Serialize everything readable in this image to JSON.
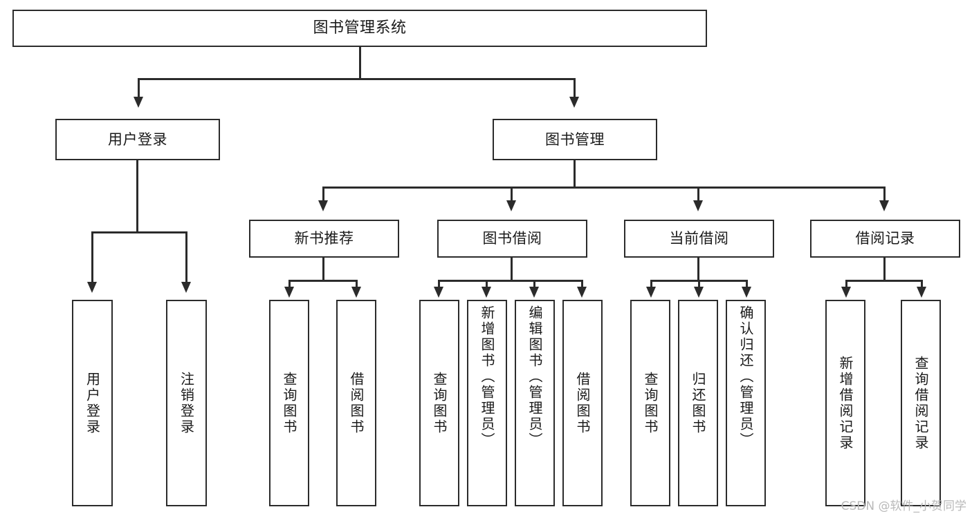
{
  "diagram": {
    "title": "图书管理系统",
    "type": "tree",
    "watermark": "CSDN @软件_小贺同学",
    "colors": {
      "stroke": "#2b2b2b",
      "fill": "#ffffff",
      "text": "#1a1a1a",
      "watermark": "#b9b9b9"
    },
    "root": {
      "label": "图书管理系统"
    },
    "level2": [
      {
        "label": "用户登录"
      },
      {
        "label": "图书管理"
      }
    ],
    "level3": [
      {
        "label": "新书推荐"
      },
      {
        "label": "图书借阅"
      },
      {
        "label": "当前借阅"
      },
      {
        "label": "借阅记录"
      }
    ],
    "leaves": {
      "user_login": [
        {
          "label": "用户登录"
        },
        {
          "label": "注销登录"
        }
      ],
      "new_book": [
        {
          "label": "查询图书"
        },
        {
          "label": "借阅图书"
        }
      ],
      "borrow_book": [
        {
          "label": "查询图书"
        },
        {
          "label": "新增图书（管理员）"
        },
        {
          "label": "编辑图书（管理员）"
        },
        {
          "label": "借阅图书"
        }
      ],
      "current_borrow": [
        {
          "label": "查询图书"
        },
        {
          "label": "归还图书"
        },
        {
          "label": "确认归还（管理员）"
        }
      ],
      "borrow_record": [
        {
          "label": "新增借阅记录"
        },
        {
          "label": "查询借阅记录"
        }
      ]
    }
  }
}
